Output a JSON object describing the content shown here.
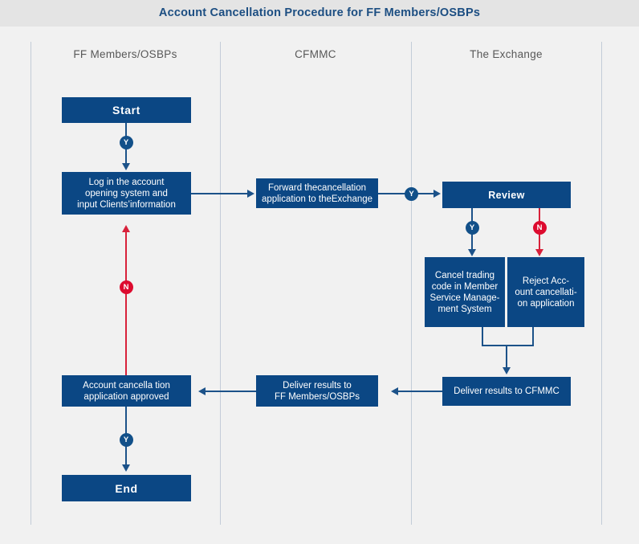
{
  "header": {
    "title": "Account Cancellation Procedure for FF Members/OSBPs",
    "band_color": "#e4e4e4",
    "title_color": "#1c4e82"
  },
  "theme": {
    "background": "#f1f1f1",
    "box_fill": "#0b4784",
    "box_text": "#ffffff",
    "connector_blue": "#1c5289",
    "connector_red": "#d8213a",
    "badge_yes": "#125089",
    "badge_no": "#dd0b2f",
    "divider": "#c3ccd8",
    "lane_label": "#585858"
  },
  "lanes": [
    {
      "id": "ff-members",
      "label": "FF Members/OSBPs"
    },
    {
      "id": "cfmmc",
      "label": "CFMMC"
    },
    {
      "id": "exchange",
      "label": "The Exchange"
    }
  ],
  "nodes": {
    "start": {
      "label": "Start",
      "lane": "ff-members",
      "type": "terminal"
    },
    "login": {
      "label": "Log in the account\nopening system and\ninput Clients’information",
      "lane": "ff-members",
      "type": "process"
    },
    "forward": {
      "label": "Forward thecancellation\napplication to theExchange",
      "lane": "cfmmc",
      "type": "process"
    },
    "review": {
      "label": "Review",
      "lane": "exchange",
      "type": "decision"
    },
    "cancel_code": {
      "label": "Cancel trading\ncode in Member\nService Manage-\nment System",
      "lane": "exchange",
      "type": "process"
    },
    "reject": {
      "label": "Reject Acc-\nount cancellati-\non application",
      "lane": "exchange",
      "type": "process"
    },
    "deliver_cfmmc": {
      "label": "Deliver results to CFMMC",
      "lane": "exchange",
      "type": "process"
    },
    "deliver_ff": {
      "label": "Deliver results to\nFF Members/OSBPs",
      "lane": "cfmmc",
      "type": "process"
    },
    "approved": {
      "label": "Account cancella tion\napplication approved",
      "lane": "ff-members",
      "type": "process"
    },
    "end": {
      "label": "End",
      "lane": "ff-members",
      "type": "terminal"
    }
  },
  "edge_labels": {
    "start_to_login": "Y",
    "forward_to_review": "Y",
    "review_yes": "Y",
    "review_no": "N",
    "approved_reject_loop": "N",
    "approved_to_end": "Y"
  }
}
